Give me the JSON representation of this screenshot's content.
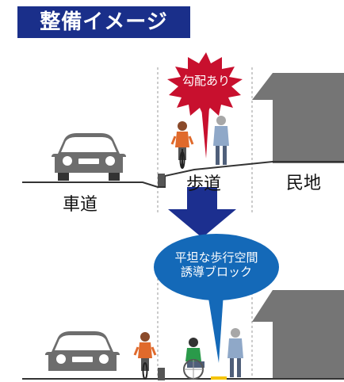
{
  "title": "整備イメージ",
  "top_scene": {
    "slope_callout": "勾配あり",
    "labels": {
      "roadway": "車道",
      "sidewalk": "歩道",
      "private_land": "民地"
    }
  },
  "bottom_scene": {
    "callout_line1": "平坦な歩行空間",
    "callout_line2": "誘導ブロック"
  },
  "colors": {
    "title_bg": "#1a2f8a",
    "burst": "#c8102e",
    "bubble": "#1469b8",
    "arrow": "#1c2f8f",
    "house": "#757575",
    "car": "#6d6d6d",
    "guide_block": "#f5c400"
  },
  "icons": [
    "car-icon",
    "cyclist-icon",
    "pedestrian-icon",
    "wheelchair-user-icon",
    "house-icon",
    "down-arrow-icon"
  ]
}
